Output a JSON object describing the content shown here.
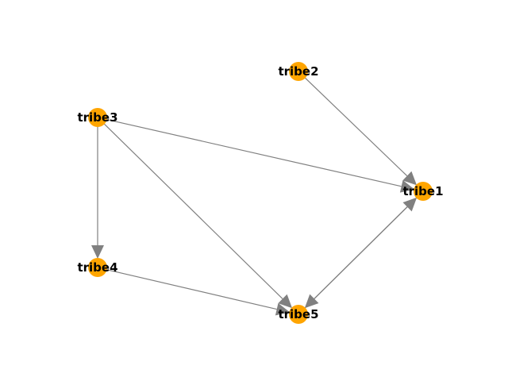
{
  "diagram": {
    "type": "directed-graph",
    "colors": {
      "node": "#FFA500",
      "edge": "#808080",
      "label": "#000000"
    },
    "nodes": [
      {
        "id": "tribe1",
        "label": "tribe1"
      },
      {
        "id": "tribe2",
        "label": "tribe2"
      },
      {
        "id": "tribe3",
        "label": "tribe3"
      },
      {
        "id": "tribe4",
        "label": "tribe4"
      },
      {
        "id": "tribe5",
        "label": "tribe5"
      }
    ],
    "edges": [
      {
        "source": "tribe2",
        "target": "tribe1"
      },
      {
        "source": "tribe3",
        "target": "tribe1"
      },
      {
        "source": "tribe3",
        "target": "tribe4"
      },
      {
        "source": "tribe3",
        "target": "tribe5"
      },
      {
        "source": "tribe4",
        "target": "tribe5"
      },
      {
        "source": "tribe1",
        "target": "tribe5"
      },
      {
        "source": "tribe5",
        "target": "tribe1"
      }
    ]
  }
}
